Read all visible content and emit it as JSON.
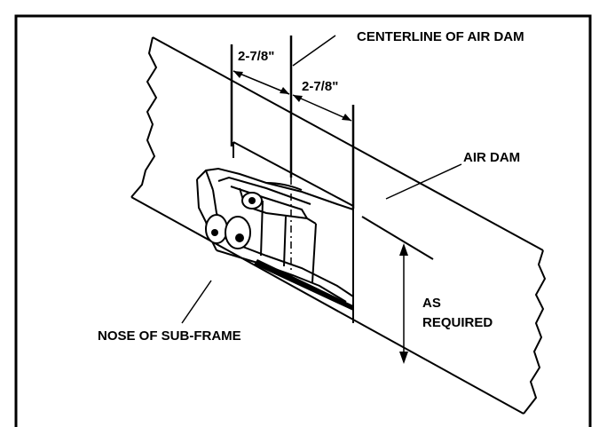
{
  "labels": {
    "centerline": "CENTERLINE OF AIR DAM",
    "dim_left": "2-7/8\"",
    "dim_right": "2-7/8\"",
    "air_dam": "AIR DAM",
    "as_required_line1": "AS",
    "as_required_line2": "REQUIRED",
    "nose_sub_frame": "NOSE OF SUB-FRAME"
  },
  "colors": {
    "line": "#000000",
    "background": "#ffffff"
  }
}
